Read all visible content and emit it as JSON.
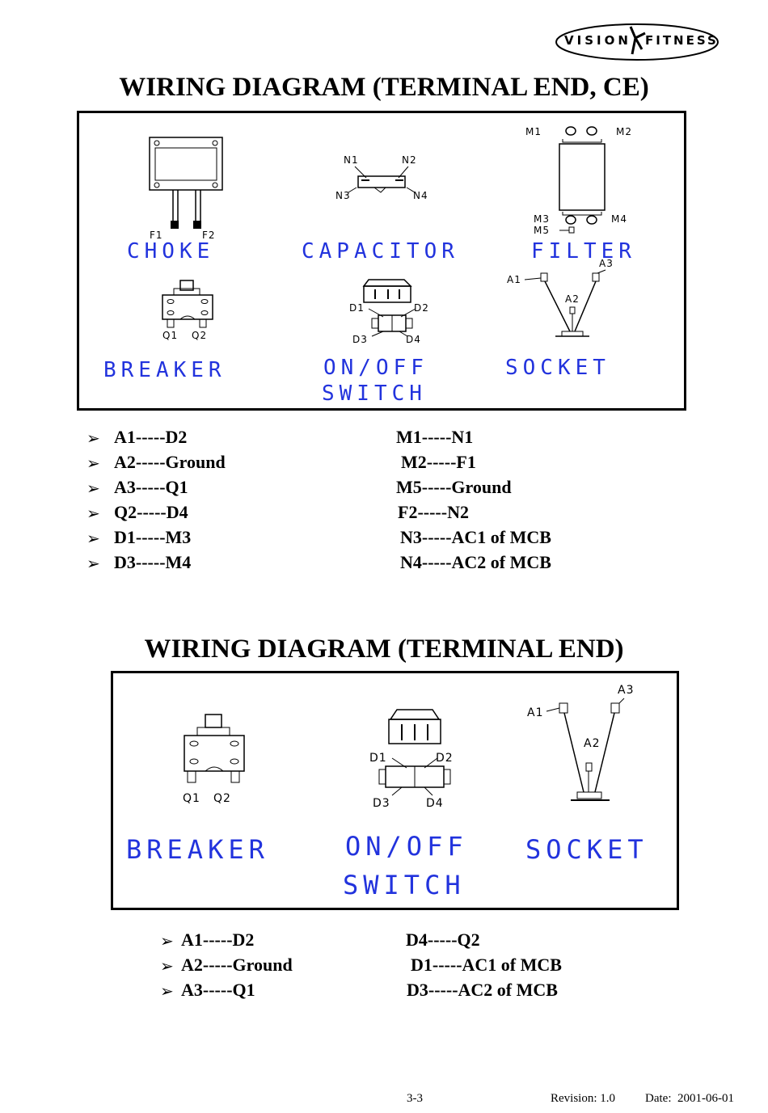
{
  "logo": {
    "left": "VISION",
    "right": "FITNESS"
  },
  "section1": {
    "title": "WIRING DIAGRAM (TERMINAL END, CE)",
    "components": {
      "choke": "CHOKE",
      "capacitor": "CAPACITOR",
      "filter": "FILTER",
      "breaker": "BREAKER",
      "switch_line1": "ON/OFF",
      "switch_line2": "SWITCH",
      "socket": "SOCKET"
    },
    "pins": {
      "choke": [
        "F1",
        "F2"
      ],
      "capacitor": [
        "N1",
        "N2",
        "N3",
        "N4"
      ],
      "filter": [
        "M1",
        "M2",
        "M3",
        "M4",
        "M5"
      ],
      "breaker": [
        "Q1",
        "Q2"
      ],
      "switch": [
        "D1",
        "D2",
        "D3",
        "D4"
      ],
      "socket": [
        "A1",
        "A2",
        "A3"
      ]
    },
    "connections_left": [
      "A1-----D2",
      "A2-----Ground",
      "A3-----Q1",
      "Q2-----D4",
      "D1-----M3",
      "D3-----M4"
    ],
    "connections_right": [
      "M1-----N1",
      "M2-----F1",
      "M5-----Ground",
      "F2-----N2",
      "N3-----AC1 of MCB",
      "N4-----AC2 of MCB"
    ]
  },
  "section2": {
    "title": "WIRING DIAGRAM (TERMINAL END)",
    "components": {
      "breaker": "BREAKER",
      "switch_line1": "ON/OFF",
      "switch_line2": "SWITCH",
      "socket": "SOCKET"
    },
    "pins": {
      "breaker": [
        "Q1",
        "Q2"
      ],
      "switch": [
        "D1",
        "D2",
        "D3",
        "D4"
      ],
      "socket": [
        "A1",
        "A2",
        "A3"
      ]
    },
    "connections_left": [
      "A1-----D2",
      "A2-----Ground",
      "A3-----Q1"
    ],
    "connections_right": [
      "D4-----Q2",
      "D1-----AC1 of MCB",
      "D3-----AC2 of MCB"
    ]
  },
  "bullet": "➢",
  "footer": {
    "page": "3-3",
    "revision": "Revision: 1.0",
    "date": "Date:  2001-06-01"
  }
}
